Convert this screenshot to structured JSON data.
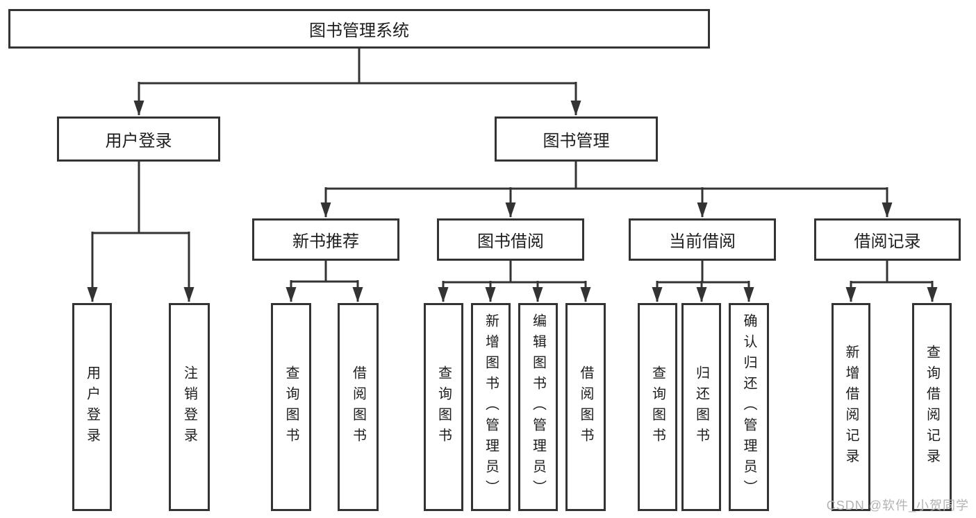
{
  "diagram": {
    "type": "org-tree",
    "colors": {
      "line": "#333333",
      "box_border": "#333333",
      "text": "#1d1d1d",
      "background": "#ffffff",
      "watermark_text_color": "#b3b3b3"
    },
    "nodes": {
      "root": "图书管理系统",
      "user_login": "用户登录",
      "book_management": "图书管理",
      "new_book_recommend": "新书推荐",
      "book_borrow": "图书借阅",
      "current_borrow": "当前借阅",
      "borrow_records": "借阅记录",
      "leaf_user_login": "用户登录",
      "leaf_logout": "注销登录",
      "leaf_query_books_a": "查询图书",
      "leaf_borrow_books_a": "借阅图书",
      "leaf_query_books_b": "查询图书",
      "leaf_add_book_admin": "新增图书（管理员）",
      "leaf_edit_book_admin": "编辑图书（管理员）",
      "leaf_borrow_books_b": "借阅图书",
      "leaf_query_books_c": "查询图书",
      "leaf_return_books": "归还图书",
      "leaf_confirm_return_admin": "确认归还（管理员）",
      "leaf_add_borrow_record": "新增借阅记录",
      "leaf_query_borrow_record": "查询借阅记录"
    },
    "watermark": "CSDN @软件_小贺同学"
  }
}
